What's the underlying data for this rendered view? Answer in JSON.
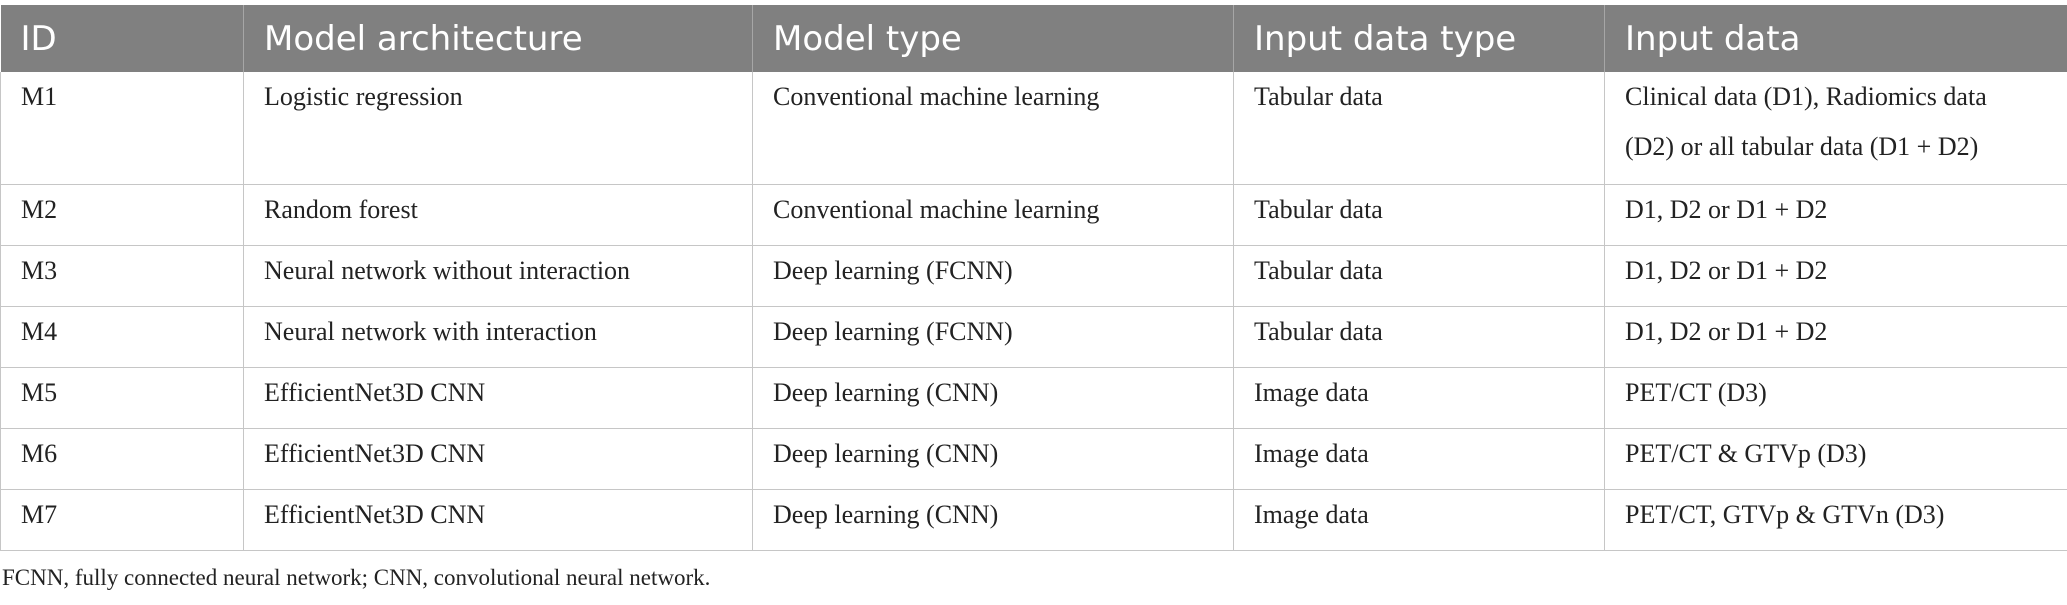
{
  "table": {
    "headers": [
      "ID",
      "Model architecture",
      "Model type",
      "Input data type",
      "Input data"
    ],
    "rows": [
      [
        "M1",
        "Logistic regression",
        "Conventional machine learning",
        "Tabular data",
        "Clinical data (D1), Radiomics data (D2) or all tabular data (D1 + D2)"
      ],
      [
        "M2",
        "Random forest",
        "Conventional machine learning",
        "Tabular data",
        "D1, D2 or D1 + D2"
      ],
      [
        "M3",
        "Neural network without interaction",
        "Deep learning (FCNN)",
        "Tabular data",
        "D1, D2 or D1 + D2"
      ],
      [
        "M4",
        "Neural network with interaction",
        "Deep learning (FCNN)",
        "Tabular data",
        "D1, D2 or D1 + D2"
      ],
      [
        "M5",
        "EfficientNet3D CNN",
        "Deep learning (CNN)",
        "Image data",
        "PET/CT (D3)"
      ],
      [
        "M6",
        "EfficientNet3D CNN",
        "Deep learning (CNN)",
        "Image data",
        "PET/CT & GTVp (D3)"
      ],
      [
        "M7",
        "EfficientNet3D CNN",
        "Deep learning (CNN)",
        "Image data",
        "PET/CT, GTVp & GTVn (D3)"
      ]
    ]
  },
  "footnote": "FCNN, fully connected neural network; CNN, convolutional neural network.",
  "colors": {
    "header_bg": "#808080",
    "header_text": "#ffffff",
    "border": "#c6c6c6"
  }
}
